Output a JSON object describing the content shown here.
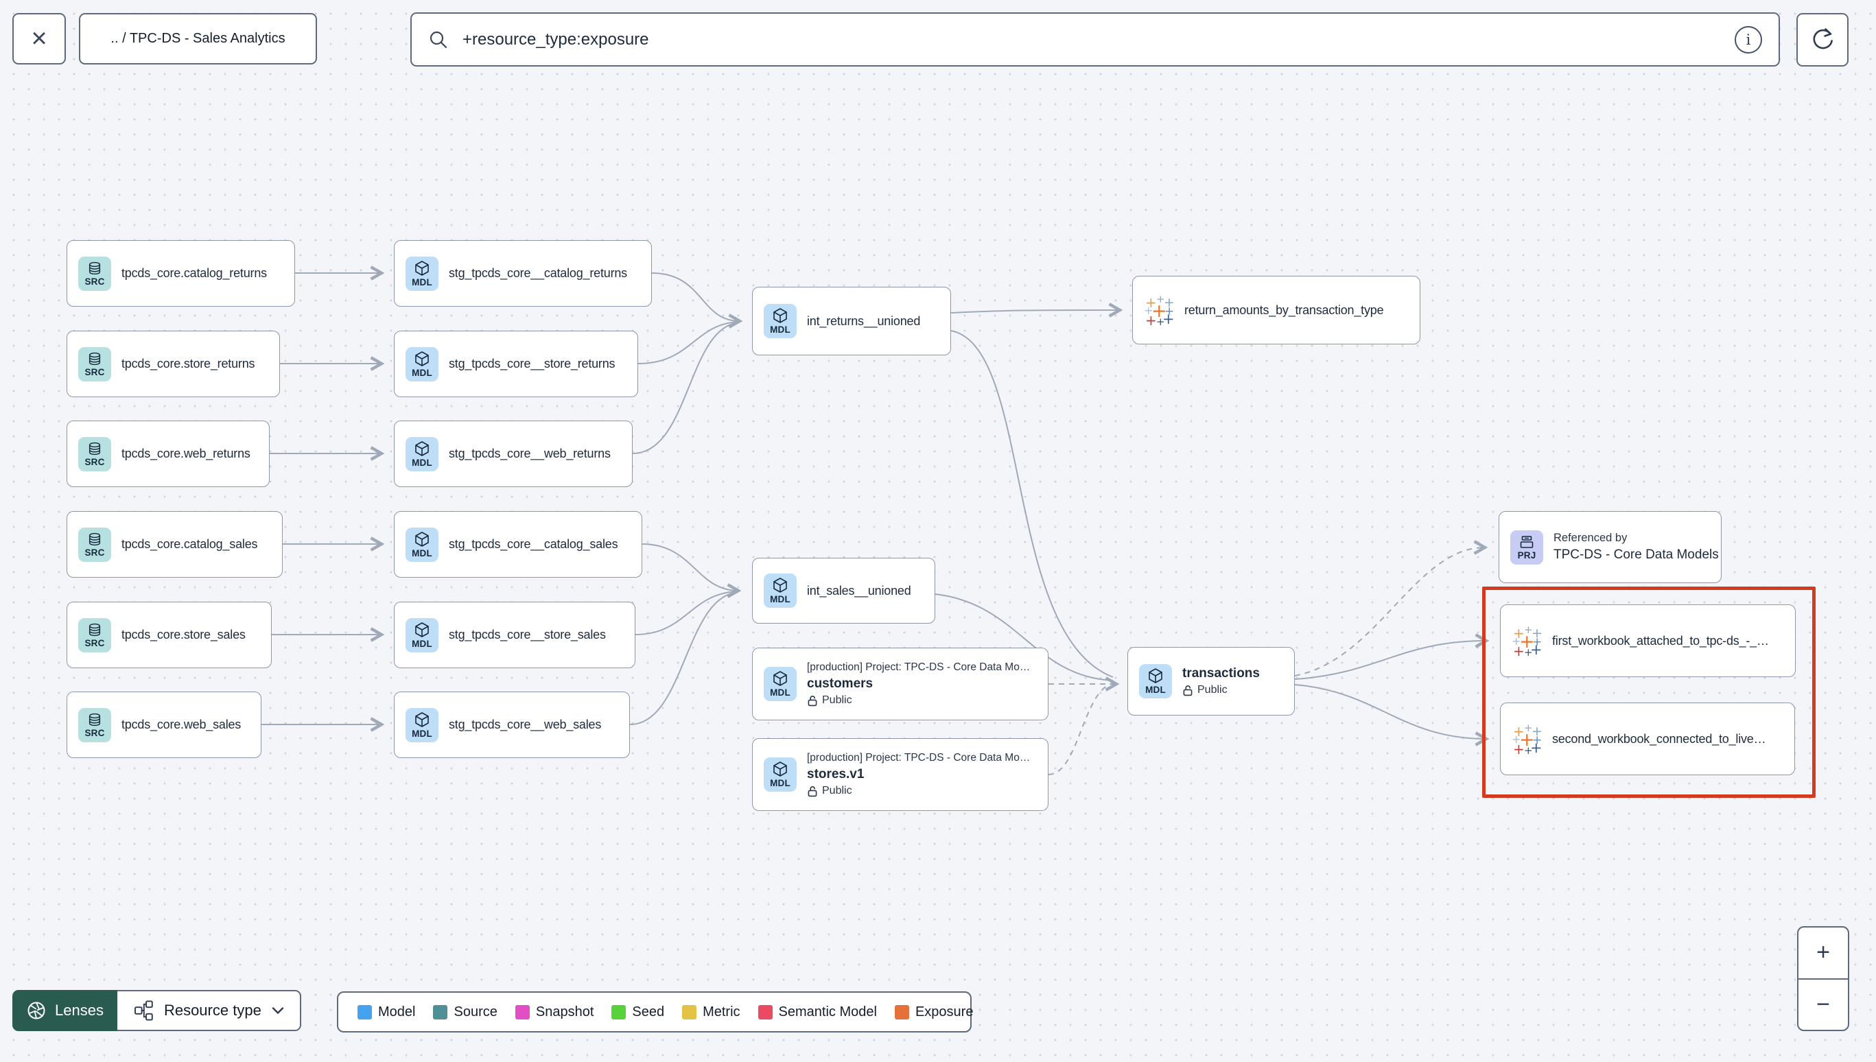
{
  "toolbar": {
    "breadcrumb": ".. / TPC-DS - Sales Analytics",
    "search_value": "+resource_type:exposure"
  },
  "graph": {
    "badges": {
      "source": "SRC",
      "model": "MDL",
      "project": "PRJ"
    },
    "sources": [
      "tpcds_core.catalog_returns",
      "tpcds_core.store_returns",
      "tpcds_core.web_returns",
      "tpcds_core.catalog_sales",
      "tpcds_core.store_sales",
      "tpcds_core.web_sales"
    ],
    "staging": [
      "stg_tpcds_core__catalog_returns",
      "stg_tpcds_core__store_returns",
      "stg_tpcds_core__web_returns",
      "stg_tpcds_core__catalog_sales",
      "stg_tpcds_core__store_sales",
      "stg_tpcds_core__web_sales"
    ],
    "intermediate": {
      "returns": "int_returns__unioned",
      "sales": "int_sales__unioned"
    },
    "cross_project": {
      "caption": "[production] Project: TPC-DS - Core Data Mo…",
      "customers": "customers",
      "stores": "stores.v1",
      "access": "Public"
    },
    "transactions": {
      "name": "transactions",
      "access": "Public"
    },
    "exposures": {
      "return_amounts": "return_amounts_by_transaction_type",
      "workbook1": "first_workbook_attached_to_tpc-ds_-_…",
      "workbook2": "second_workbook_connected_to_live…"
    },
    "project_ref": {
      "caption": "Referenced by",
      "name": "TPC-DS - Core Data Models"
    }
  },
  "footer": {
    "lenses": "Lenses",
    "resource_type": "Resource type",
    "legend": [
      {
        "label": "Model",
        "color": "#44a2ef",
        "swatch_style": "background:#44a2ef"
      },
      {
        "label": "Source",
        "color": "#4f8f96",
        "swatch_style": "background:#4f8f96"
      },
      {
        "label": "Snapshot",
        "color": "#e24ec4",
        "swatch_style": "background:#e24ec4"
      },
      {
        "label": "Seed",
        "color": "#57d23a",
        "swatch_style": "background:#57d23a"
      },
      {
        "label": "Metric",
        "color": "#e3c245",
        "swatch_style": "background:#e3c245"
      },
      {
        "label": "Semantic Model",
        "color": "#ea4a63",
        "swatch_style": "background:#ea4a63"
      },
      {
        "label": "Exposure",
        "color": "#e4703b",
        "swatch_style": "background:#e4703b"
      }
    ]
  },
  "zoom_controls": {
    "zoom_in": "+",
    "zoom_out": "−"
  },
  "highlight_color": "#d23b20"
}
